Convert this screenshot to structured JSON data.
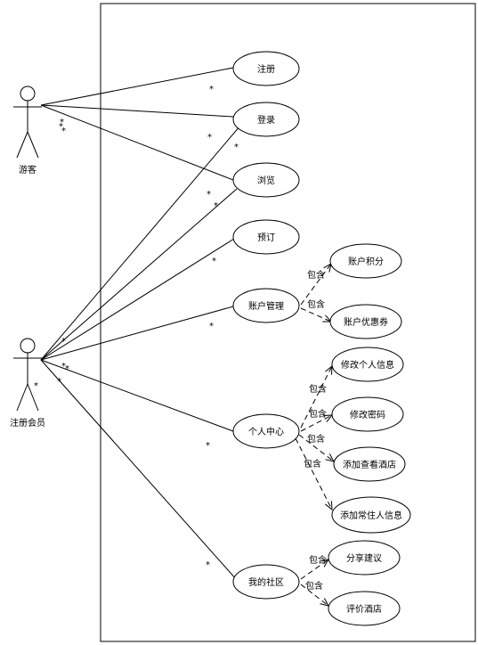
{
  "actors": {
    "guest": "游客",
    "member": "注册会员"
  },
  "usecases": {
    "register": "注册",
    "login": "登录",
    "browse": "浏览",
    "book": "预订",
    "account": "账户管理",
    "points": "账户积分",
    "coupon": "账户优惠券",
    "personal": "个人中心",
    "edit_info": "修改个人信息",
    "change_pwd": "修改密码",
    "add_hotel": "添加查看酒店",
    "add_guest": "添加常住人信息",
    "community": "我的社区",
    "share": "分享建议",
    "review": "评价酒店"
  },
  "relations": {
    "include": "包含",
    "multiplicity": "*"
  }
}
